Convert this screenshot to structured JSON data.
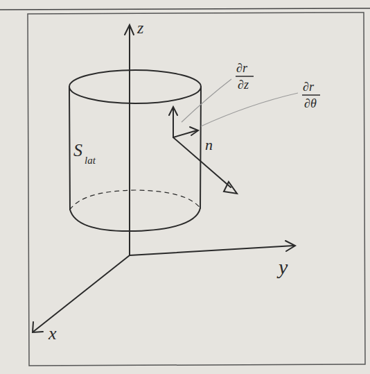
{
  "diagram": {
    "labels": [
      "z",
      "S",
      "lat",
      "∂r⃗",
      "∂z",
      "∂r⃗",
      "∂θ",
      "n⃗",
      "y",
      "x"
    ]
  }
}
